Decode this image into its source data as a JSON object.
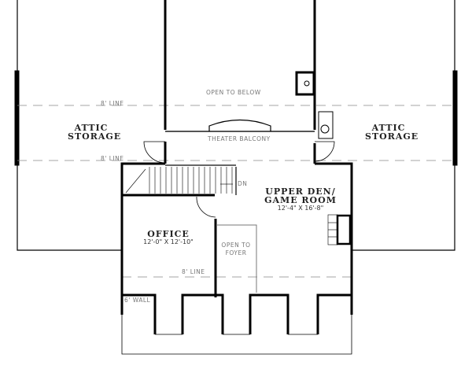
{
  "plan": {
    "rooms": {
      "attic_left": {
        "name_line1": "ATTIC",
        "name_line2": "STORAGE"
      },
      "attic_right": {
        "name_line1": "ATTIC",
        "name_line2": "STORAGE"
      },
      "open_to_below": "OPEN TO BELOW",
      "theater_balcony": "THEATER BALCONY",
      "upper_den": {
        "name_line1": "UPPER DEN/",
        "name_line2": "GAME ROOM",
        "dims": "12'-4\" X 16'-8\""
      },
      "office": {
        "name": "OFFICE",
        "dims": "12'-0\" X 12'-10\""
      },
      "open_to_foyer": {
        "line1": "OPEN TO",
        "line2": "FOYER"
      }
    },
    "notes": {
      "line_top": "8' LINE",
      "line_mid": "8' LINE",
      "line_office": "8' LINE",
      "wall_6": "6' WALL",
      "stair_dn": "DN"
    }
  }
}
